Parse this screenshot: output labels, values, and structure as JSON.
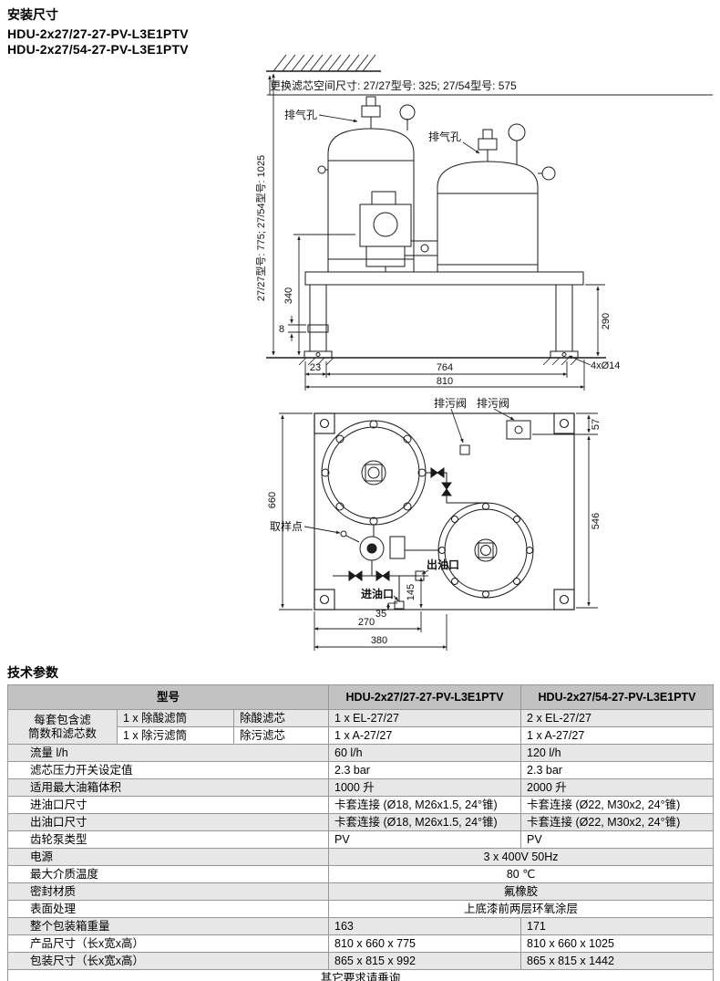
{
  "page": {
    "section1_title": "安装尺寸",
    "model_line1": "HDU-2x27/27-27-PV-L3E1PTV",
    "model_line2": "HDU-2x27/54-27-PV-L3E1PTV",
    "section2_title": "技术参数"
  },
  "front_view": {
    "clearance_note": "更换滤芯空间尺寸: 27/27型号: 325;  27/54型号: 575",
    "vent_label_left": "排气孔",
    "vent_label_right": "排气孔",
    "overall_height": "27/27型号: 775;  27/54型号: 1025",
    "dim_340": "340",
    "dim_8": "8",
    "dim_290": "290",
    "dim_23": "23",
    "dim_764": "764",
    "dim_810": "810",
    "foot_holes": "4xØ14"
  },
  "top_view": {
    "drain_valve_label_1": "排污阀",
    "drain_valve_label_2": "排污阀",
    "sampling_point_label": "取样点",
    "outlet_label": "出油口",
    "inlet_label": "进油口",
    "dim_57": "57",
    "dim_546": "546",
    "dim_660": "660",
    "dim_145": "145",
    "dim_35": "35",
    "dim_270": "270",
    "dim_380": "380"
  },
  "spec_table": {
    "header": {
      "col_model": "型号",
      "col_variant1": "HDU-2x27/27-27-PV-L3E1PTV",
      "col_variant2": "HDU-2x27/54-27-PV-L3E1PTV"
    },
    "filter_group": {
      "label_line1": "每套包含滤",
      "label_line2": "筒数和滤芯数",
      "rows": [
        {
          "housing": "1 x 除酸滤筒",
          "element": "除酸滤芯",
          "v1": "1 x EL-27/27",
          "v2": "2 x EL-27/27"
        },
        {
          "housing": "1 x 除污滤筒",
          "element": "除污滤芯",
          "v1": "1 x A-27/27",
          "v2": "1 x A-27/27"
        }
      ]
    },
    "rows": [
      {
        "label": "流量 l/h",
        "v1": "60 l/h",
        "v2": "120 l/h"
      },
      {
        "label": "滤芯压力开关设定值",
        "v1": "2.3 bar",
        "v2": "2.3 bar"
      },
      {
        "label": "适用最大油箱体积",
        "v1": "1000 升",
        "v2": "2000 升"
      },
      {
        "label": "进油口尺寸",
        "v1": "卡套连接 (Ø18, M26x1.5, 24°锥)",
        "v2": "卡套连接 (Ø22, M30x2, 24°锥)"
      },
      {
        "label": "出油口尺寸",
        "v1": "卡套连接 (Ø18, M26x1.5, 24°锥)",
        "v2": "卡套连接 (Ø22, M30x2, 24°锥)"
      },
      {
        "label": "齿轮泵类型",
        "v1": "PV",
        "v2": "PV"
      }
    ],
    "merged_rows": [
      {
        "label": "电源",
        "value": "3 x 400V 50Hz"
      },
      {
        "label": "最大介质温度",
        "value": "80 ℃"
      },
      {
        "label": "密封材质",
        "value": "氟橡胶"
      },
      {
        "label": "表面处理",
        "value": "上底漆前两层环氧涂层"
      }
    ],
    "rows2": [
      {
        "label": "整个包装箱重量",
        "v1": "163",
        "v2": "171"
      },
      {
        "label": "产品尺寸（长x宽x高）",
        "v1": "810 x 660 x 775",
        "v2": "810 x 660 x 1025"
      },
      {
        "label": "包装尺寸（长x宽x高）",
        "v1": "865 x 815 x 992",
        "v2": "865 x 815 x 1442"
      }
    ],
    "footer": "其它要求请垂询"
  }
}
